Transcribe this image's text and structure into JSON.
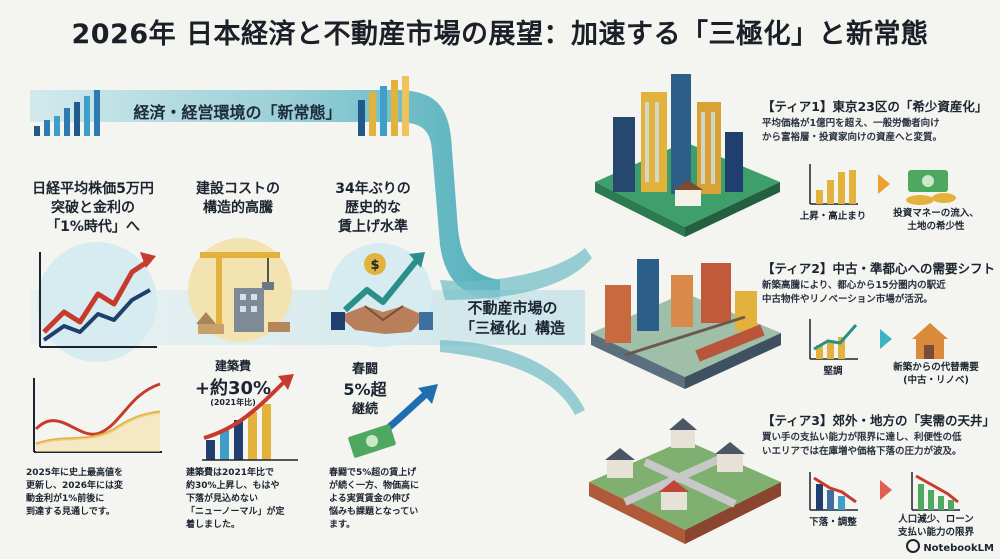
{
  "title": "2026年 日本経済と不動産市場の展望：加速する「三極化」と新常態",
  "left": {
    "banner": "経済・経営環境の「新常態」",
    "columns": [
      {
        "heading_lines": [
          "日経平均株価5万円",
          "突破と金利の",
          "「1%時代」へ"
        ],
        "body_lines": [
          "2025年に史上最高値を",
          "更新し、2026年には変",
          "動金利が1%前後に",
          "到達する見通しです。"
        ]
      },
      {
        "heading_lines": [
          "建設コストの",
          "構造的高騰"
        ],
        "stat_label": "建築費",
        "stat_value": "+約30%",
        "stat_note": "(2021年比)",
        "body_lines": [
          "建築費は2021年比で",
          "約30%上昇し、もはや",
          "下落が見込めない",
          "「ニューノーマル」が定",
          "着しました。"
        ]
      },
      {
        "heading_lines": [
          "34年ぶりの",
          "歴史的な",
          "賃上げ水準"
        ],
        "stat_lines": [
          "春闘",
          "5%超",
          "継続"
        ],
        "body_lines": [
          "春闘で5%超の賃上げ",
          "が続く一方、物価高に",
          "よる実質賃金の伸び",
          "悩みも課題となってい",
          "ます。"
        ]
      }
    ]
  },
  "center": {
    "label_lines": [
      "不動産市場の",
      "「三極化」構造"
    ]
  },
  "tiers": [
    {
      "heading": "【ティア1】東京23区の「希少資産化」",
      "desc_lines": [
        "平均価格が1億円を超え、一般労働者向け",
        "から富裕層・投資家向けの資産へと変質。"
      ],
      "caption_left": "上昇・高止まり",
      "caption_right_lines": [
        "投資マネーの流入、",
        "土地の希少性"
      ]
    },
    {
      "heading": "【ティア2】中古・準都心への需要シフト",
      "desc_lines": [
        "新築高騰により、都心から15分圏内の駅近",
        "中古物件やリノベーション市場が活況。"
      ],
      "caption_left": "堅調",
      "caption_right_lines": [
        "新築からの代替需要",
        "(中古・リノベ)"
      ]
    },
    {
      "heading": "【ティア3】郊外・地方の「実需の天井」",
      "desc_lines": [
        "買い手の支払い能力が限界に達し、利便性の低",
        "いエリアでは在庫増や価格下落の圧力が波及。"
      ],
      "caption_left": "下落・調整",
      "caption_right_lines": [
        "人口減少、ローン",
        "支払い能力の限界"
      ]
    }
  ],
  "badge": "NotebookLM",
  "colors": {
    "teal": "#3fa8b5",
    "navy": "#1f3f6e",
    "red": "#c93a2e",
    "gold": "#e3b23c",
    "arrow_orange": "#f0a030"
  }
}
